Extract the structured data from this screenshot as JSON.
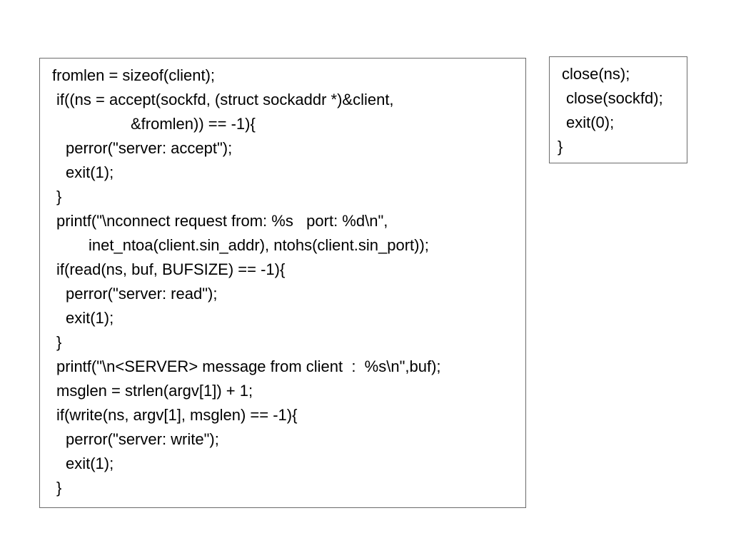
{
  "main_code": {
    "lines": [
      "fromlen = sizeof(client);",
      "if((ns = accept(sockfd, (struct sockaddr *)&client,",
      "&fromlen)) == -1){",
      "perror(\"server: accept\");",
      "exit(1);",
      "}",
      "printf(\"\\nconnect request from: %s   port: %d\\n\",",
      "inet_ntoa(client.sin_addr), ntohs(client.sin_port));",
      "if(read(ns, buf, BUFSIZE) == -1){",
      "perror(\"server: read\");",
      "exit(1);",
      "}",
      "printf(\"\\n<SERVER> message from client  :  %s\\n\",buf);",
      "msglen = strlen(argv[1]) + 1;",
      "if(write(ns, argv[1], msglen) == -1){",
      "perror(\"server: write\");",
      "exit(1);",
      "}"
    ]
  },
  "side_code": {
    "lines": [
      "close(ns);",
      "close(sockfd);",
      "exit(0);",
      "}"
    ]
  },
  "colors": {
    "text": "#000000",
    "border": "#6b6b6b",
    "background": "#ffffff"
  }
}
